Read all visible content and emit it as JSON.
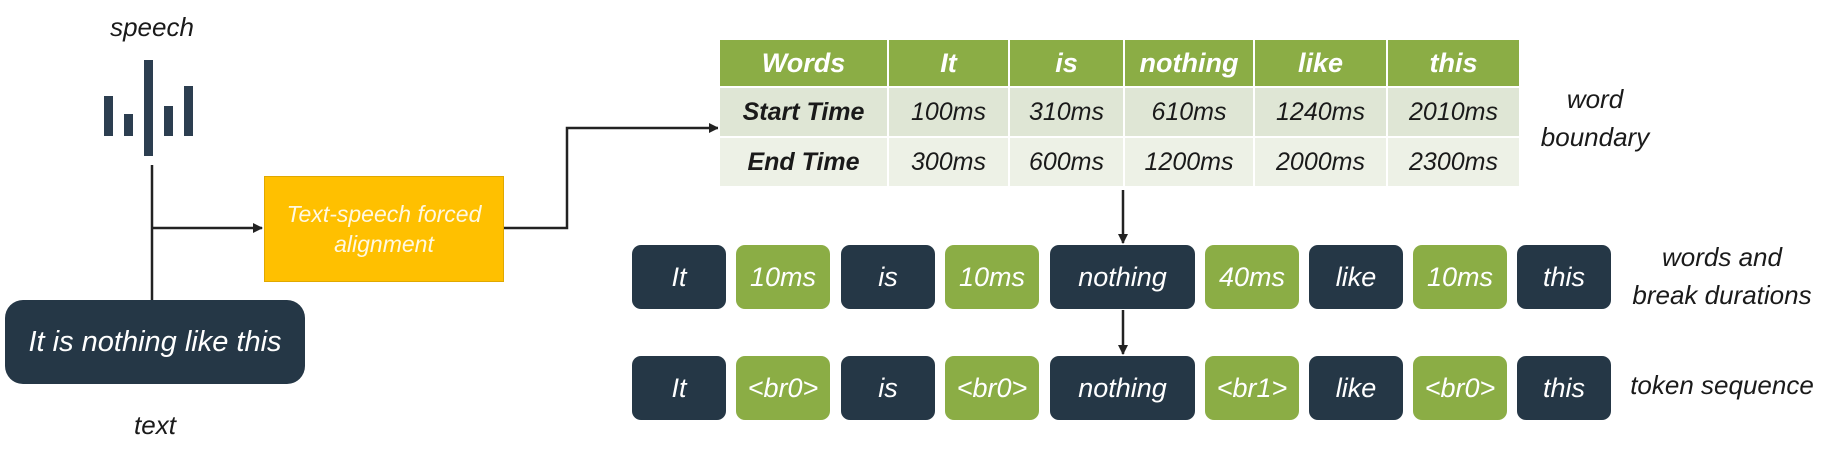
{
  "labels": {
    "speech": "speech",
    "text": "text",
    "word_boundary": "word\nboundary",
    "words_breaks": "words and\nbreak durations",
    "token_sequence": "token sequence"
  },
  "aligner": {
    "label": "Text-speech forced alignment"
  },
  "input_text": "It is nothing like this",
  "table": {
    "header": [
      "Words",
      "It",
      "is",
      "nothing",
      "like",
      "this"
    ],
    "rows": [
      [
        "Start Time",
        "100ms",
        "310ms",
        "610ms",
        "1240ms",
        "2010ms"
      ],
      [
        "End Time",
        "300ms",
        "600ms",
        "1200ms",
        "2000ms",
        "2300ms"
      ]
    ]
  },
  "words_breaks": [
    "It",
    "10ms",
    "is",
    "10ms",
    "nothing",
    "40ms",
    "like",
    "10ms",
    "this"
  ],
  "tokens": [
    "It",
    "<br0>",
    "is",
    "<br0>",
    "nothing",
    "<br1>",
    "like",
    "<br0>",
    "this"
  ],
  "colors": {
    "dark": "#253746",
    "green": "#8bad45",
    "aligner": "#ffc000",
    "table_row1": "#dfe6d5",
    "table_row2": "#edf1e6"
  },
  "icons": [
    "waveform-icon"
  ]
}
